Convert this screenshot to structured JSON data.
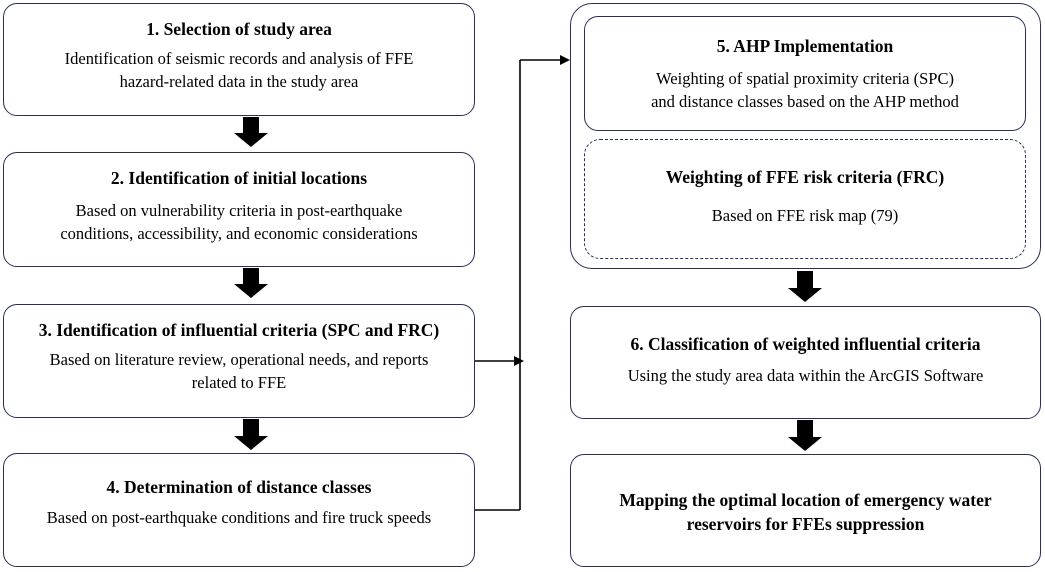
{
  "steps": [
    {
      "title": "1. Selection of study area",
      "body_lines": [
        "Identification of seismic records and analysis of FFE",
        "hazard-related data in the study area"
      ]
    },
    {
      "title": "2. Identification of initial locations",
      "body_lines": [
        "Based on vulnerability criteria in post-earthquake",
        "conditions, accessibility, and economic considerations"
      ]
    },
    {
      "title": "3. Identification of influential criteria (SPC and FRC)",
      "body_lines": [
        "Based on literature review, operational needs, and reports",
        "related to FFE"
      ]
    },
    {
      "title": "4. Determination of distance classes",
      "body_lines": [
        "Based on post-earthquake conditions and fire truck speeds"
      ]
    },
    {
      "title": "5. AHP Implementation",
      "body_lines": [
        "Weighting of spatial proximity criteria (SPC)",
        "and distance classes based on the AHP method"
      ]
    },
    {
      "title": "Weighting of FFE risk criteria (FRC)",
      "body_lines": [
        "Based on FFE risk map (79)"
      ]
    },
    {
      "title": "6. Classification of weighted influential criteria",
      "body_lines": [
        "Using the study area data within the ArcGIS Software"
      ]
    },
    {
      "title_lines": [
        "Mapping the optimal location of emergency water",
        "reservoirs for FFEs suppression"
      ]
    }
  ],
  "colors": {
    "border": "#2a2f5a",
    "arrow": "#000000"
  }
}
